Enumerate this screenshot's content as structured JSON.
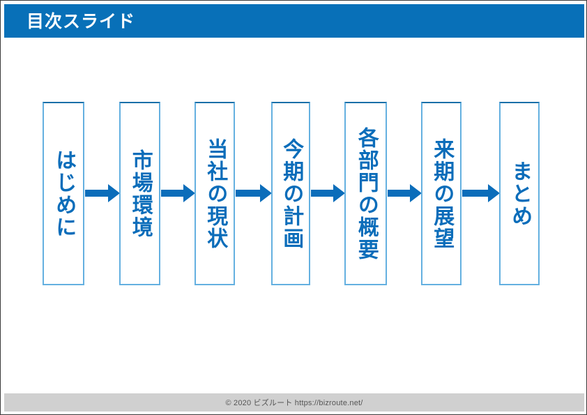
{
  "slide": {
    "title": "目次スライド",
    "header_bg": "#0870b8",
    "header_text_color": "#ffffff",
    "accent_color": "#0b6dba",
    "node_border_color": "#64b0e0",
    "footer_bg": "#d0d0d0"
  },
  "flow": {
    "nodes": [
      {
        "label": "はじめに"
      },
      {
        "label": "市場環境"
      },
      {
        "label": "当社の現状"
      },
      {
        "label": "今期の計画"
      },
      {
        "label": "各部門の概要"
      },
      {
        "label": "来期の展望"
      },
      {
        "label": "まとめ"
      }
    ],
    "arrows": [
      {
        "name": "arrow-right-icon"
      },
      {
        "name": "arrow-right-icon"
      },
      {
        "name": "arrow-right-icon"
      },
      {
        "name": "arrow-right-icon"
      },
      {
        "name": "arrow-right-icon"
      },
      {
        "name": "arrow-right-icon"
      }
    ]
  },
  "footer": {
    "text": "© 2020 ビズルート https://bizroute.net/"
  }
}
